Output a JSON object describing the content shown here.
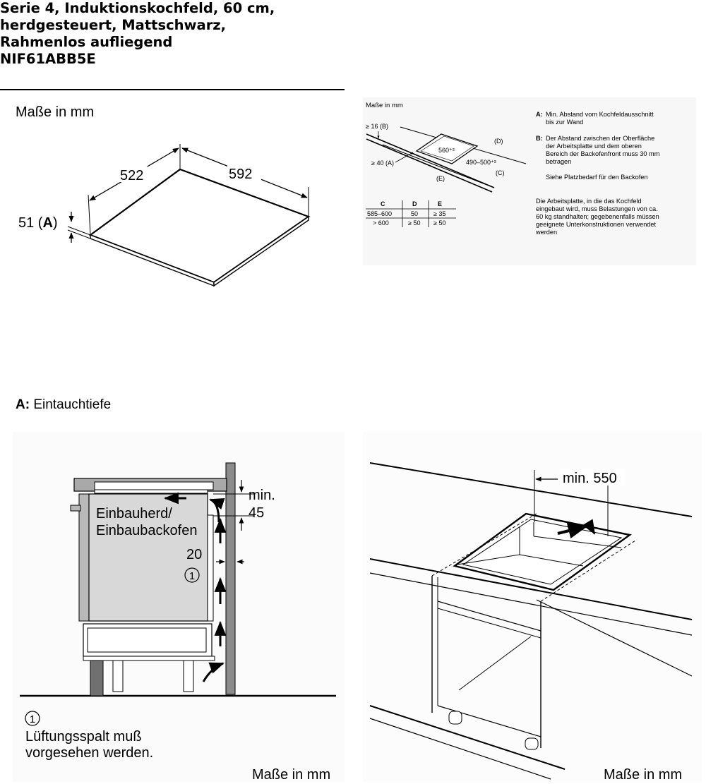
{
  "header": {
    "title_lines": [
      "Serie 4, Induktionskochfeld, 60 cm,",
      "herdgesteuert, Mattschwarz,",
      "Rahmenlos aufliegend",
      "NIF61ABB5E"
    ]
  },
  "dimensions": {
    "units": "Maße in mm",
    "depth": "522",
    "width": "592",
    "height_label": "51 (",
    "height_letter": "A",
    "height_close": ")",
    "legend_key": "A:",
    "legend_text": " Eintauchtiefe"
  },
  "cutout": {
    "units": "Maße in mm",
    "b_label": "≥ 16 (B)",
    "a_label": "≥ 40 (A)",
    "d_label": "(D)",
    "e_label": "(E)",
    "c_label": "(C)",
    "cut_w": "560⁺²",
    "cut_d": "490–500⁺²",
    "table_headers": [
      "C",
      "D",
      "E"
    ],
    "table_rows": [
      [
        "585–600",
        "50",
        "≥ 35"
      ],
      [
        "> 600",
        "≥ 50",
        "≥ 50"
      ]
    ],
    "notes": [
      {
        "key": "A:",
        "lines": [
          "Min. Abstand vom Kochfeldausschnitt",
          "bis zur Wand"
        ]
      },
      {
        "key": "B:",
        "lines": [
          "Der Abstand zwischen der Oberfläche",
          "der Arbeitsplatte und dem oberen",
          "Bereich der Backofenfront muss 30 mm",
          "betragen"
        ]
      },
      {
        "key": "",
        "lines": [
          "Siehe Platzbedarf für den Backofen"
        ]
      },
      {
        "key": "",
        "lines": [
          "Die Arbeitsplatte, in die das Kochfeld",
          "eingebaut wird, muss Belastungen von ca.",
          "60 kg standhalten; gegebenenfalls müssen",
          "geeignete Unterkonstruktionen verwendet",
          "werden"
        ]
      }
    ]
  },
  "ventilation": {
    "oven_label_1": "Einbauherd/",
    "oven_label_2": "Einbaubackofen",
    "min_label": "min.",
    "min_value": "45",
    "gap_value": "20",
    "marker": "1",
    "note_marker": "1",
    "note_line_1": "Lüftungsspalt muß",
    "note_line_2": "vorgesehen werden.",
    "units": "Maße in mm"
  },
  "install": {
    "min_label": "min. 550",
    "units": "Maße in mm"
  }
}
